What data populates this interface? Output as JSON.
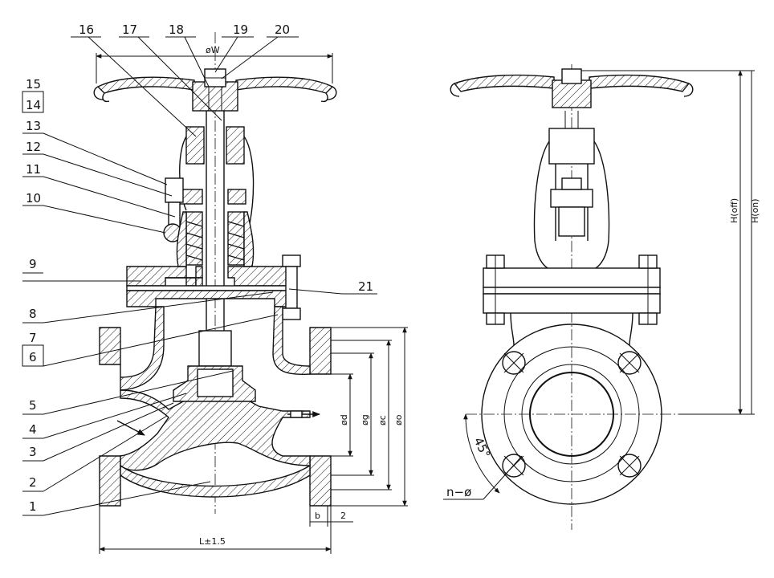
{
  "labels": [
    "1",
    "2",
    "3",
    "4",
    "5",
    "6",
    "7",
    "8",
    "9",
    "10",
    "11",
    "12",
    "13",
    "14",
    "15",
    "16",
    "17",
    "18",
    "19",
    "20",
    "21"
  ],
  "dimensions": {
    "handwheel_dia": "øW",
    "length": "L±1.5",
    "flange_thickness": "b",
    "raised_face": "2",
    "bore": "ød",
    "raised_face_dia": "øg",
    "bolt_circle": "øc",
    "flange_od": "øo",
    "height_open": "H(off)",
    "height_closed": "H(on)",
    "bolt_holes": "n−ø",
    "angle": "45°"
  }
}
